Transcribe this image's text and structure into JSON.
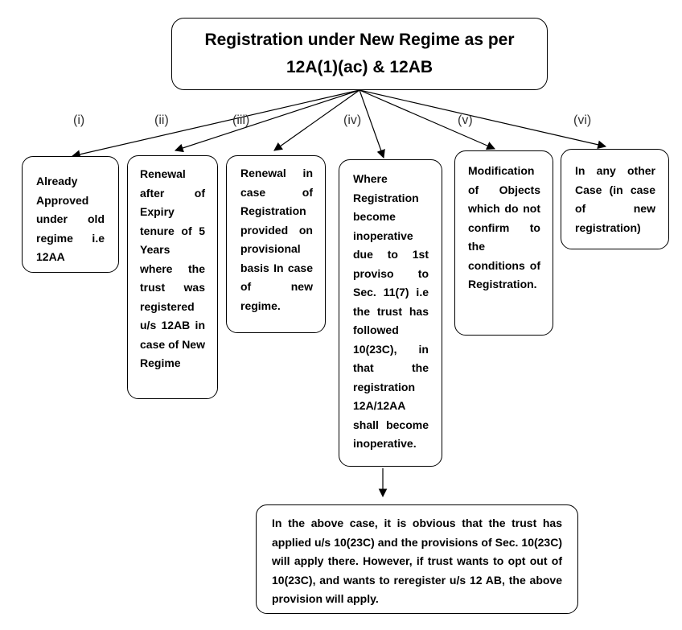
{
  "title": "Registration under New Regime as per 12A(1)(ac) & 12AB",
  "numerals": [
    "(i)",
    "(ii)",
    "(iii)",
    "(iv)",
    "(v)",
    "(vi)"
  ],
  "boxes": [
    {
      "text": "Already Approved under old regime i.e 12AA"
    },
    {
      "text": "Renewal after of Expiry tenure of 5 Years where the trust was registered u/s 12AB in case of New Regime"
    },
    {
      "text": "Renewal in case of Registration provided on provisional basis In case of new regime."
    },
    {
      "text": "Where Registration become inoperative due to 1st proviso to Sec. 11(7) i.e the trust has followed 10(23C), in that the registration 12A/12AA shall become inoperative."
    },
    {
      "text": "Modification of Objects which do not confirm to the conditions of Registration."
    },
    {
      "text": "In any other Case (in case of new registration)"
    }
  ],
  "note": "In the above case, it is obvious that the trust has applied u/s 10(23C) and the provisions of Sec. 10(23C) will apply there. However, if trust wants to opt out of 10(23C), and wants to reregister u/s 12 AB, the above provision will apply."
}
